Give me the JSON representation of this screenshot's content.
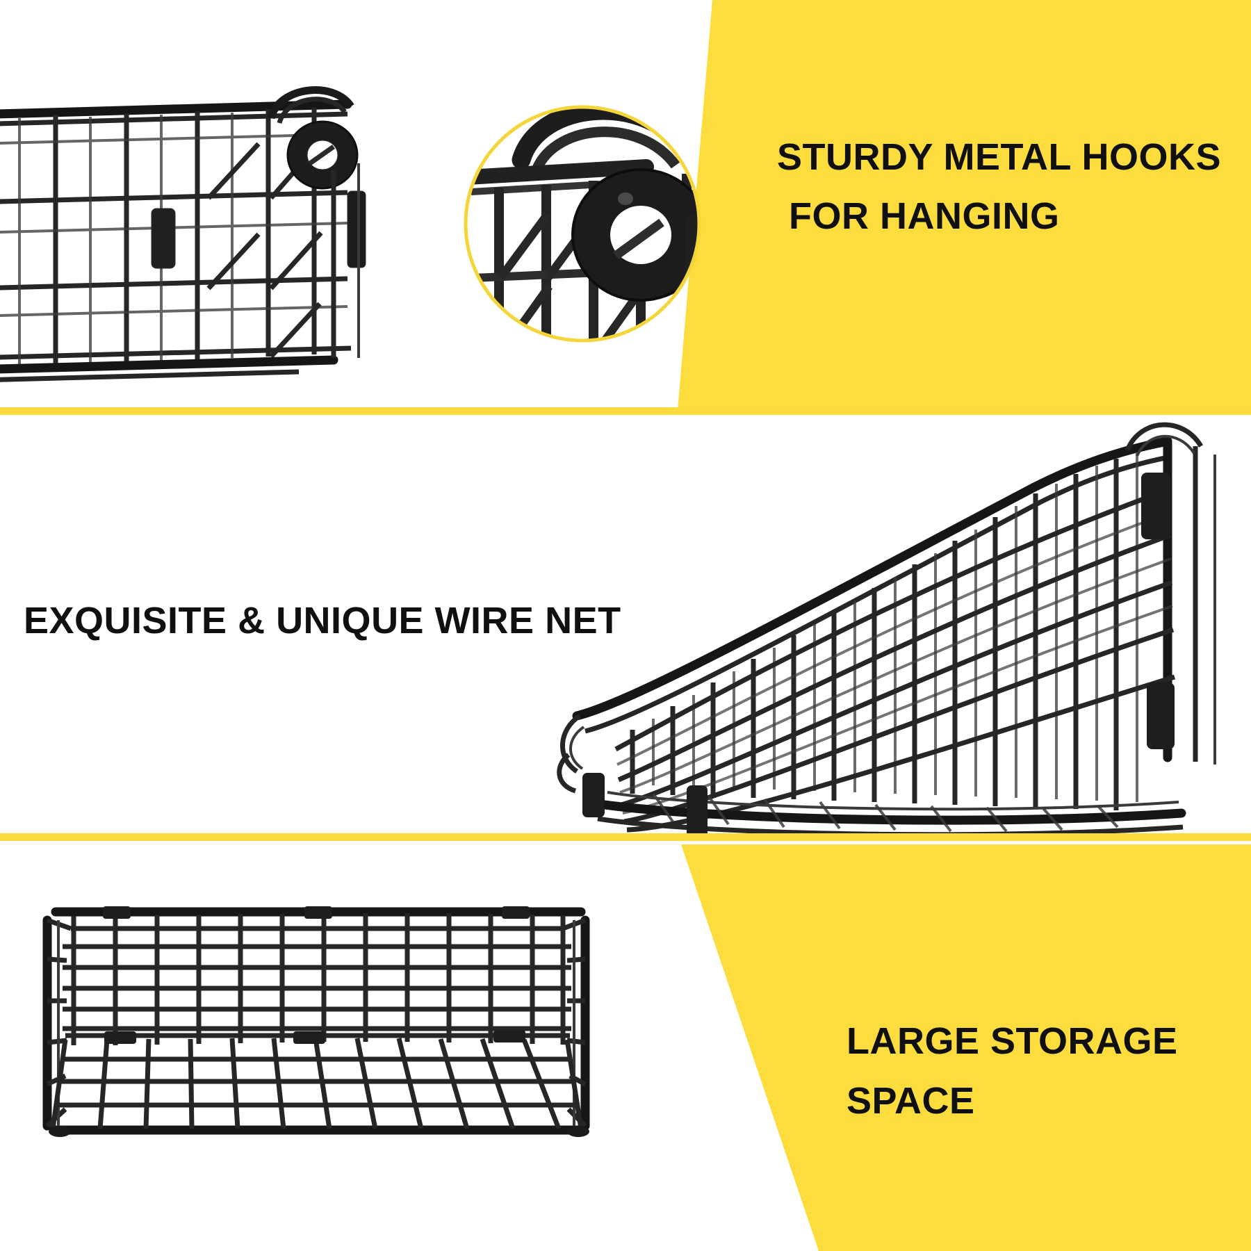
{
  "meta": {
    "layout": "three-section product feature infographic",
    "background_color": "#ffffff",
    "accent_color": "#FDDC3E",
    "text_color": "#101010"
  },
  "sections": [
    {
      "id": "sturdy-metal-hooks",
      "headline_lines": [
        "STURDY METAL HOOKS",
        "FOR HANGING"
      ],
      "callout": {
        "shape": "circle",
        "ring_color": "#F4D53A",
        "subject": "metal hook detail"
      },
      "product_view": "wire basket side view with metal hanging hooks"
    },
    {
      "id": "exquisite-unique-wire-net",
      "headline_lines": [
        "EXQUISITE & UNIQUE WIRE NET"
      ],
      "product_view": "wire basket angled perspective showing wire net"
    },
    {
      "id": "large-storage-space",
      "headline_lines": [
        "LARGE STORAGE",
        "SPACE"
      ],
      "product_view": "wire basket front view showing interior storage volume"
    }
  ]
}
